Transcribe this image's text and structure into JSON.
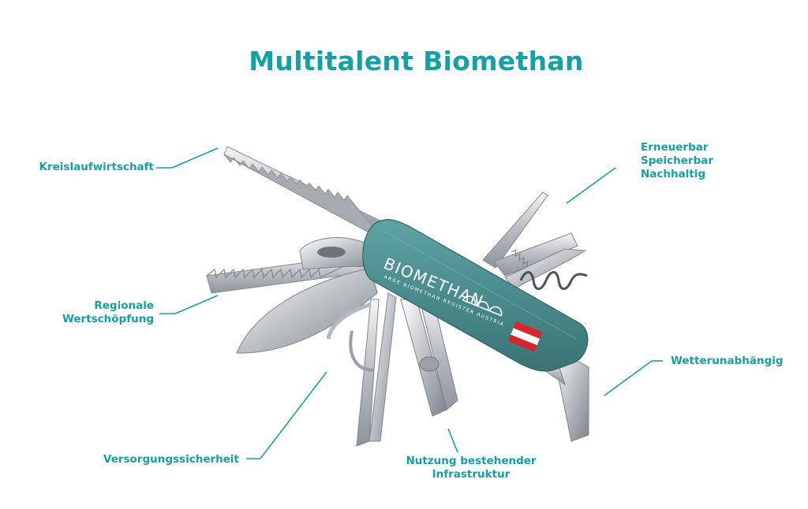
{
  "title": "Multitalent Biomethan",
  "colors": {
    "accent": "#14a0a7",
    "knife_body": "#4a8a8c",
    "steel": "#c9ccd0",
    "flag_red": "#d9232e",
    "flag_white": "#ffffff"
  },
  "knife": {
    "brand": "BioMethan",
    "tagline": "ARGE BIOMETHAN REGISTER AUSTRIA"
  },
  "callouts": {
    "kreislauf": {
      "lines": [
        "Kreislaufwirtschaft"
      ]
    },
    "erneuerbar": {
      "lines": [
        "Erneuerbar",
        "Speicherbar",
        "Nachhaltig"
      ]
    },
    "regional": {
      "lines": [
        "Regionale",
        "Wertschöpfung"
      ]
    },
    "wetter": {
      "lines": [
        "Wetterunabhängig"
      ]
    },
    "versorgung": {
      "lines": [
        "Versorgungssicherheit"
      ]
    },
    "nutzung": {
      "lines": [
        "Nutzung bestehender",
        "Infrastruktur"
      ]
    }
  }
}
